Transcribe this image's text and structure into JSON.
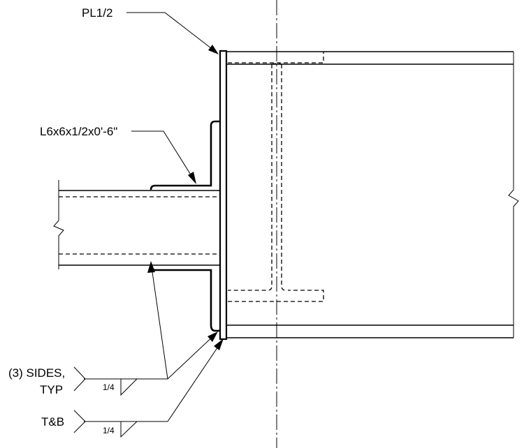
{
  "labels": {
    "plate": "PL1/2",
    "angle": "L6x6x1/2x0'-6\"",
    "weld1_line1": "(3) SIDES,",
    "weld1_line2": "TYP",
    "weld1_size": "1/4",
    "weld2_ref": "T&B",
    "weld2_size": "1/4"
  }
}
